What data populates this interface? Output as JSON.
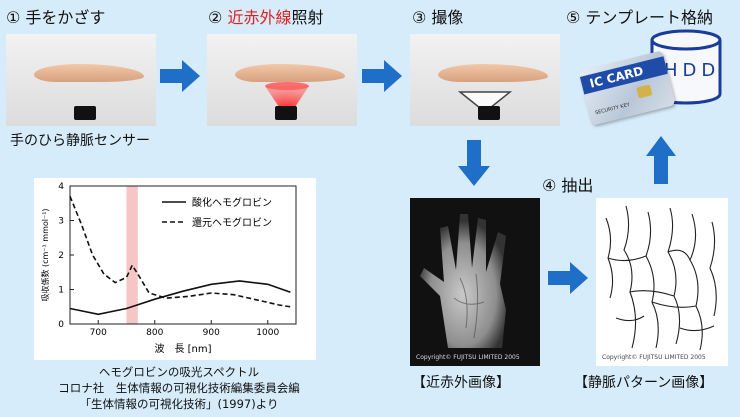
{
  "steps": {
    "s1": "① 手をかざす",
    "s2_prefix": "② ",
    "s2_red": "近赤外線",
    "s2_suffix": "照射",
    "s3": "③ 撮像",
    "s4": "④ 抽出",
    "s5": "⑤ テンプレート格納"
  },
  "sensor_caption": "手のひら静脈センサー",
  "storage": {
    "hdd_label": "HDD",
    "ic_card_label": "IC CARD",
    "security_key_label": "SECURITY KEY"
  },
  "images": {
    "nir_copyright": "Copyright© FUJITSU LIMITED 2005",
    "vein_copyright": "Copyright© FUJITSU LIMITED 2005",
    "nir_caption": "【近赤外画像】",
    "vein_caption": "【静脈パターン画像】"
  },
  "chart_data": {
    "type": "line",
    "ylabel": "吸収係数 (cm⁻¹ mmol⁻¹)",
    "xlabel": "波　長 [nm]",
    "xlim": [
      650,
      1050
    ],
    "ylim": [
      0,
      4
    ],
    "xticks": [
      700,
      800,
      900,
      1000
    ],
    "yticks": [
      0,
      1,
      2,
      3,
      4
    ],
    "highlight_band": [
      750,
      770
    ],
    "legend_position": "top-right",
    "series": [
      {
        "name": "酸化ヘモグロビン",
        "style": "solid",
        "x": [
          650,
          700,
          750,
          800,
          850,
          900,
          950,
          1000,
          1040
        ],
        "y": [
          0.45,
          0.28,
          0.45,
          0.72,
          0.95,
          1.15,
          1.25,
          1.15,
          0.92
        ]
      },
      {
        "name": "還元ヘモグロビン",
        "style": "dashed",
        "x": [
          650,
          670,
          690,
          710,
          730,
          750,
          760,
          770,
          790,
          820,
          860,
          900,
          940,
          980,
          1020,
          1040
        ],
        "y": [
          3.7,
          2.9,
          2.0,
          1.45,
          1.2,
          1.35,
          1.7,
          1.45,
          0.9,
          0.75,
          0.8,
          0.9,
          0.85,
          0.7,
          0.55,
          0.5
        ]
      }
    ]
  },
  "reference": {
    "line1": "ヘモグロビンの吸光スペクトル",
    "line2": "コロナ社　生体情報の可視化技術編集委員会編",
    "line3": "「生体情報の可視化技術」(1997)より"
  },
  "colors": {
    "background": "#d7ecfa",
    "arrow": "#1f6fc8",
    "red_text": "#e02020",
    "highlight": "#f4b6b6"
  }
}
